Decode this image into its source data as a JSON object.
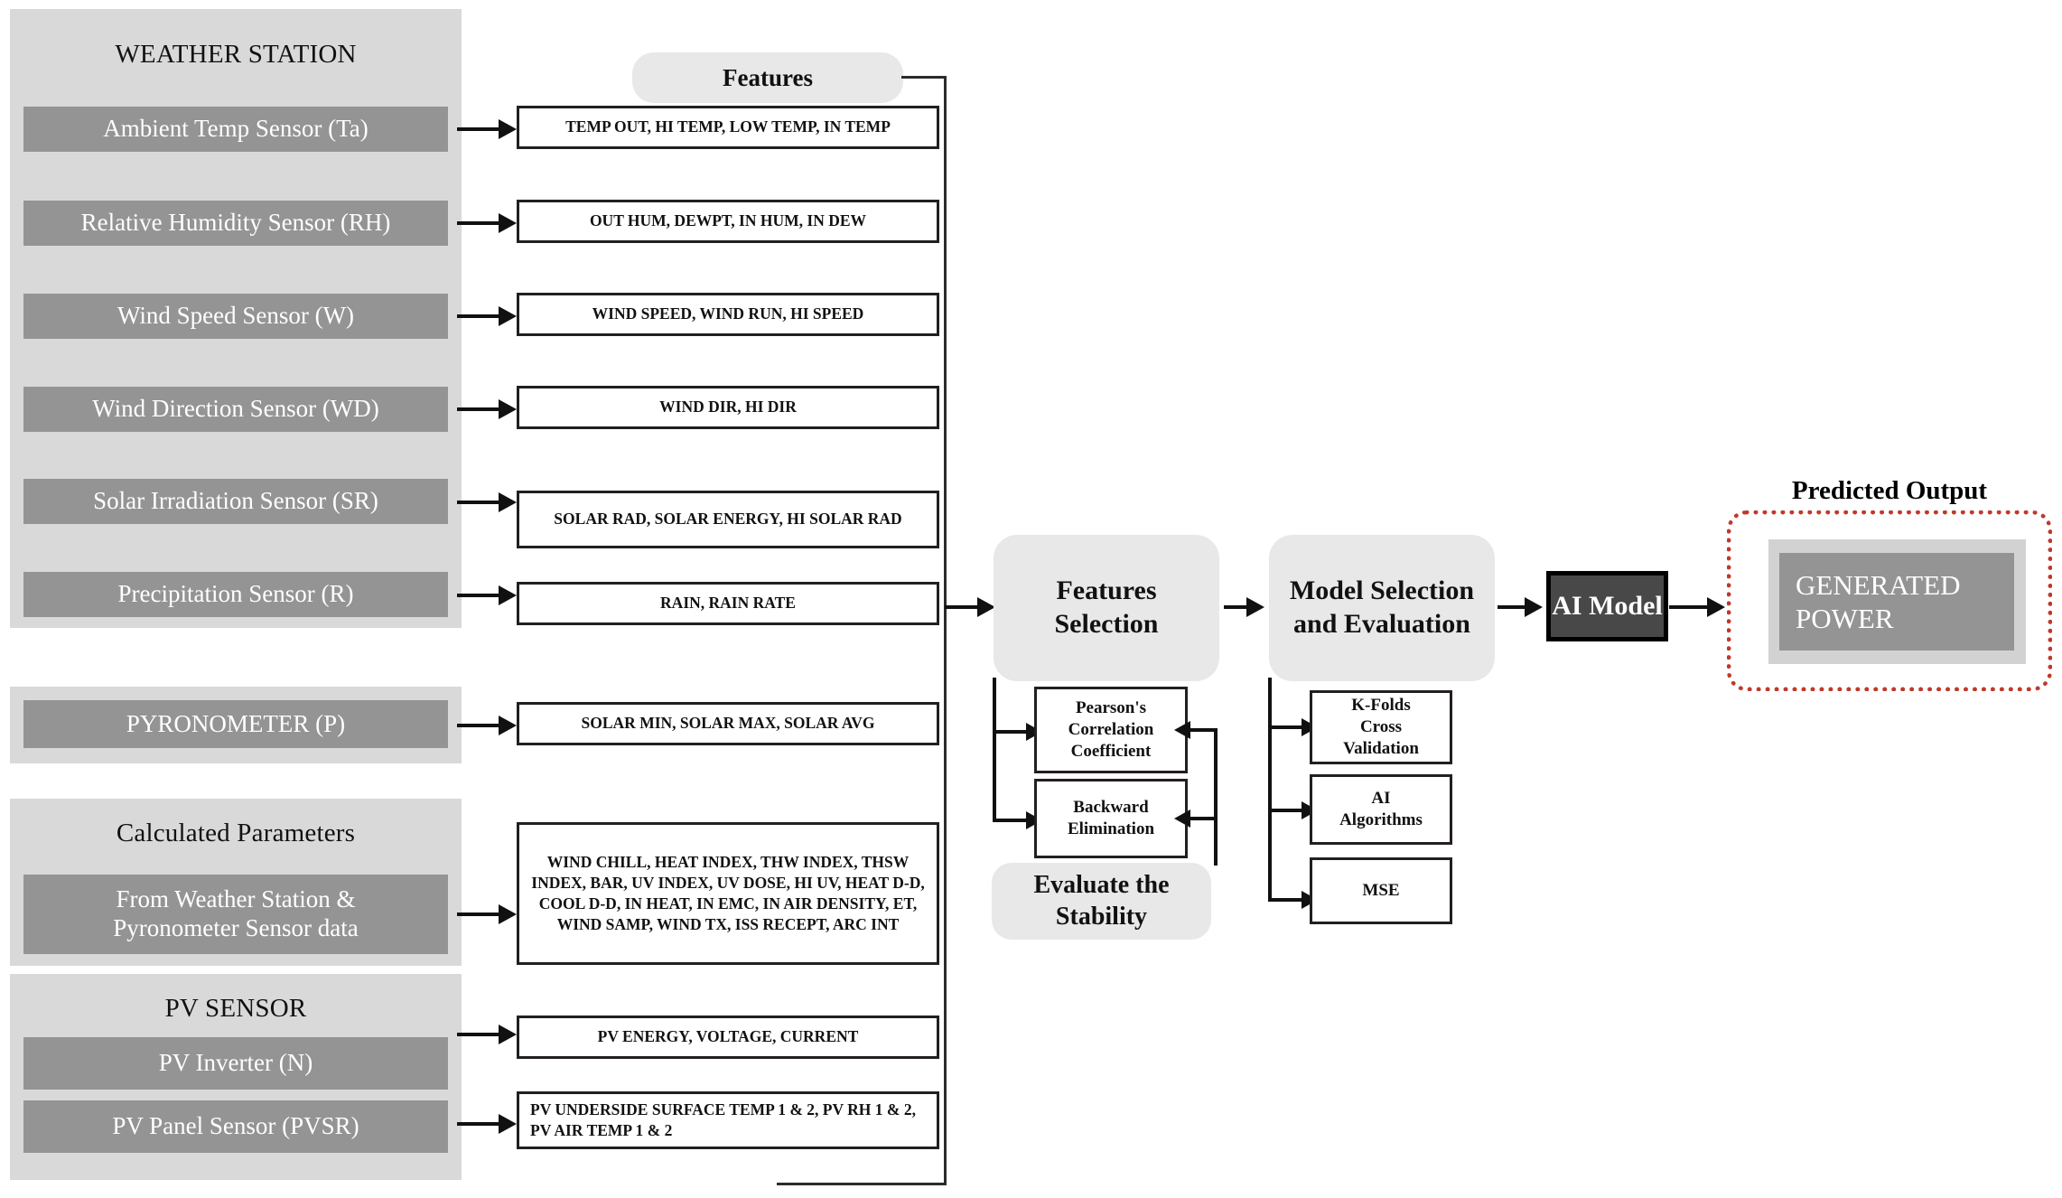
{
  "diagram": {
    "title": "PV power prediction pipeline block diagram",
    "colors": {
      "group_bg": "#d9d9d9",
      "sensor_bar": "#949494",
      "pill_bg": "#e8e8e8",
      "ai_model_bg": "#484848",
      "predicted_border": "#c0392b",
      "box_border": "#231f20"
    }
  },
  "features_label": "Features",
  "groups": [
    {
      "id": "weather-station",
      "title": "WEATHER STATION",
      "sensors": [
        {
          "label": "Ambient Temp Sensor (Ta)",
          "features": "TEMP OUT, HI TEMP, LOW TEMP, IN TEMP"
        },
        {
          "label": "Relative Humidity Sensor (RH)",
          "features": "OUT HUM, DEWPT, IN HUM, IN DEW"
        },
        {
          "label": "Wind Speed Sensor (W)",
          "features": "WIND SPEED, WIND RUN, HI SPEED"
        },
        {
          "label": "Wind Direction Sensor (WD)",
          "features": "WIND DIR, HI DIR"
        },
        {
          "label": "Solar Irradiation Sensor (SR)",
          "features": "SOLAR RAD, SOLAR ENERGY, HI SOLAR RAD"
        },
        {
          "label": "Precipitation Sensor (R)",
          "features": "RAIN, RAIN RATE"
        }
      ]
    },
    {
      "id": "pyronometer",
      "title": "",
      "sensors": [
        {
          "label": "PYRONOMETER (P)",
          "features": "SOLAR MIN, SOLAR MAX, SOLAR AVG"
        }
      ]
    },
    {
      "id": "calculated-parameters",
      "title": "Calculated Parameters",
      "sensors": [
        {
          "label": "From Weather Station &\nPyronometer Sensor data",
          "features": "WIND CHILL, HEAT INDEX, THW INDEX, THSW INDEX, BAR, UV INDEX, UV DOSE, HI UV, HEAT D-D, COOL D-D, IN HEAT, IN EMC, IN AIR DENSITY, ET, WIND SAMP, WIND TX, ISS RECEPT, ARC INT"
        }
      ]
    },
    {
      "id": "pv-sensor",
      "title": "PV SENSOR",
      "sensors": [
        {
          "label": "PV Inverter (N)",
          "features": "PV ENERGY, VOLTAGE, CURRENT"
        },
        {
          "label": "PV Panel Sensor (PVSR)",
          "features": "PV UNDERSIDE SURFACE TEMP 1 & 2, PV RH 1 & 2, PV AIR TEMP 1 & 2"
        }
      ]
    }
  ],
  "pipeline": {
    "features_selection": {
      "title": "Features\nSelection",
      "sub_boxes": [
        "Pearson's\nCorrelation\nCoefficient",
        "Backward\nElimination"
      ],
      "feedback_label": "Evaluate the\nStability"
    },
    "model_selection": {
      "title": "Model Selection\nand Evaluation",
      "sub_boxes": [
        "K-Folds\nCross\nValidation",
        "AI\nAlgorithms",
        "MSE"
      ]
    },
    "ai_model_label": "AI Model",
    "predicted_output": {
      "title": "Predicted Output",
      "value": "GENERATED\nPOWER"
    }
  }
}
